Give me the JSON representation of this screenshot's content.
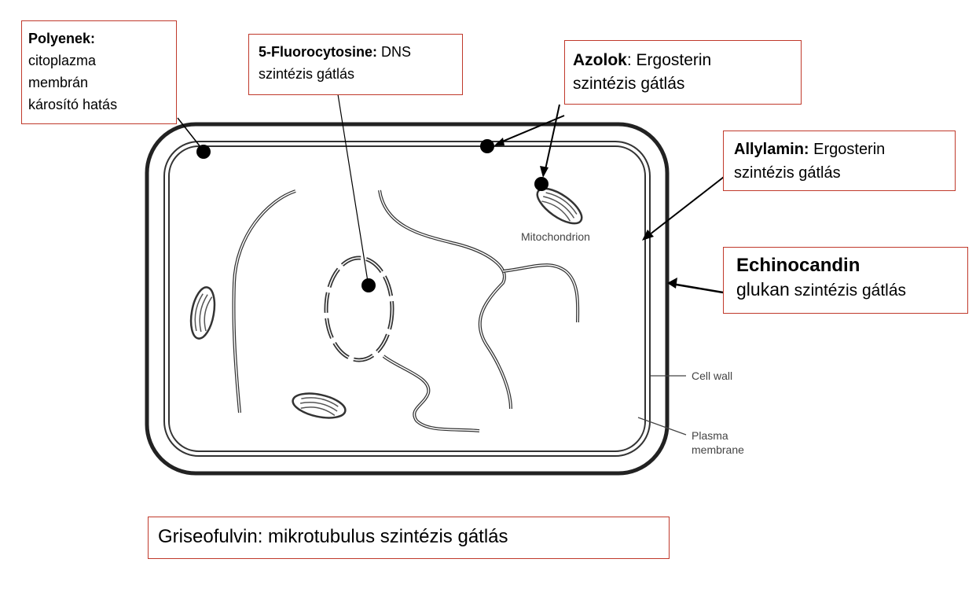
{
  "boxes": {
    "polyenek": {
      "title": "Polyenek:",
      "lines": [
        "citoplazma",
        "membrán",
        "károsító hatás"
      ]
    },
    "fluorocytosine": {
      "title": "5-Fluorocytosine:",
      "rest": " DNS",
      "line2": "szintézis gátlás"
    },
    "azolok": {
      "title": "Azolok",
      "rest": ": Ergosterin",
      "line2": "szintézis gátlás"
    },
    "allylamin": {
      "title": "Allylamin:",
      "rest": " Ergosterin",
      "line2": "szintézis gátlás"
    },
    "echinocandin": {
      "title": "Echinocandin",
      "line2_a": "glukan",
      "line2_b": " szintézis gátlás"
    },
    "griseofulvin": {
      "text": "Griseofulvin: mikrotubulus szintézis gátlás"
    }
  },
  "labels": {
    "mitochondrion": "Mitochondrion",
    "cell_wall": "Cell wall",
    "plasma_1": "Plasma",
    "plasma_2": "membrane"
  },
  "colors": {
    "box_border": "#c0392b",
    "line": "#000000",
    "label_text": "#444444"
  }
}
